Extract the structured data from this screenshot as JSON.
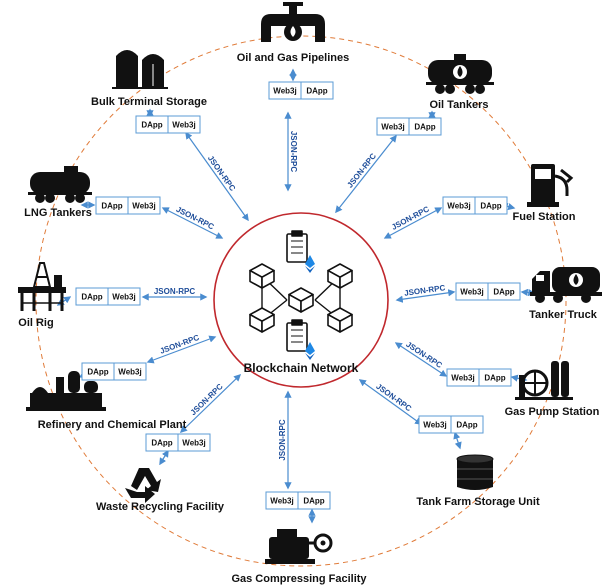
{
  "center": {
    "label": "Blockchain Network"
  },
  "protocol_label": "JSON-RPC",
  "box_labels": {
    "dapp": "DApp",
    "web3j": "Web3j"
  },
  "colors": {
    "outer_ring": "#e07b39",
    "inner_ring": "#c0282d",
    "link": "#4a8ccf",
    "rpc_text": "#1f4e9a",
    "box_border": "#5b9bd5",
    "icon": "#111111",
    "ether": "#1e88e5"
  },
  "nodes": [
    {
      "id": "pipelines",
      "label": "Oil and Gas Pipelines",
      "icon": "pipeline-icon"
    },
    {
      "id": "oil-tankers",
      "label": "Oil Tankers",
      "icon": "tanker-car-icon"
    },
    {
      "id": "fuel-station",
      "label": "Fuel Station",
      "icon": "fuel-pump-icon"
    },
    {
      "id": "tanker-truck",
      "label": "Tanker Truck",
      "icon": "tanker-truck-icon"
    },
    {
      "id": "gas-pump-station",
      "label": "Gas Pump Station",
      "icon": "gas-pump-station-icon"
    },
    {
      "id": "tank-farm",
      "label": "Tank Farm Storage Unit",
      "icon": "storage-tank-icon"
    },
    {
      "id": "gas-compressing",
      "label": "Gas Compressing Facility",
      "icon": "compressor-icon"
    },
    {
      "id": "waste-recycling",
      "label": "Waste Recycling Facility",
      "icon": "recycle-icon"
    },
    {
      "id": "refinery",
      "label": "Refinery and Chemical Plant",
      "icon": "refinery-icon"
    },
    {
      "id": "oil-rig",
      "label": "Oil Rig",
      "icon": "oil-rig-icon"
    },
    {
      "id": "lng-tankers",
      "label": "LNG Tankers",
      "icon": "lng-tanker-icon"
    },
    {
      "id": "bulk-terminal",
      "label": "Bulk Terminal Storage",
      "icon": "silo-icon"
    }
  ]
}
